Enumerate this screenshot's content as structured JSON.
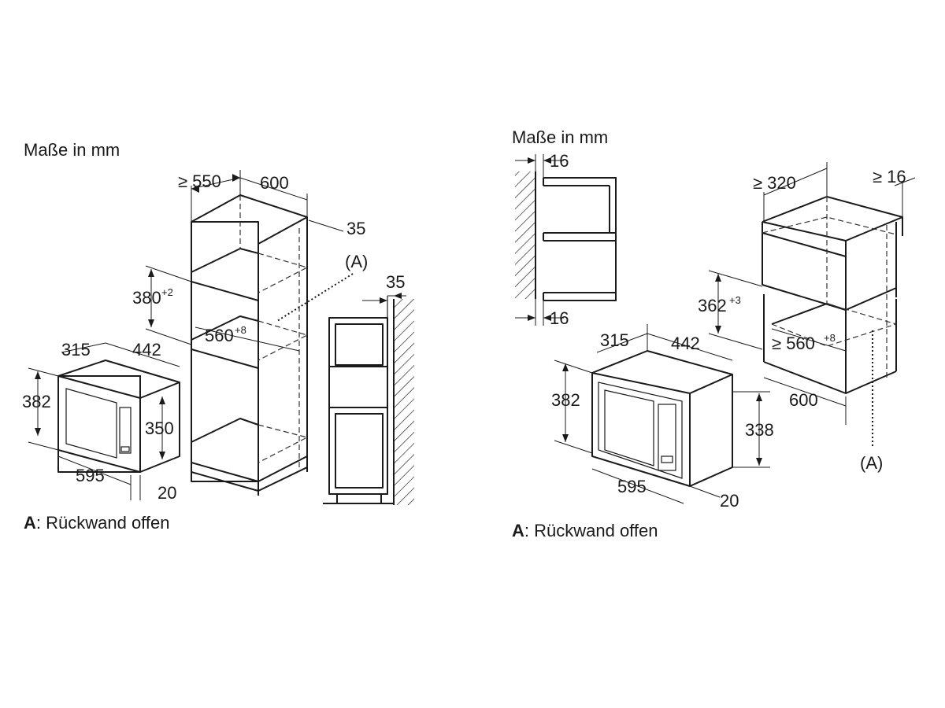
{
  "left": {
    "units_label": "Maße in mm",
    "dim_min_depth": "≥ 550",
    "dim_width": "600",
    "dim_gap_top": "35",
    "annotation": "(A)",
    "dim_wall_gap": "35",
    "dim_niche_height": "380",
    "dim_niche_height_tol": "+2",
    "dim_niche_width": "560",
    "dim_niche_width_tol": "+8",
    "dim_depth": "315",
    "dim_frame_depth": "442",
    "dim_height": "382",
    "dim_inner_height": "350",
    "dim_front_width": "595",
    "dim_front_thickness": "20",
    "legend_key": "A",
    "legend_text": ": Rückwand offen"
  },
  "right": {
    "units_label": "Maße in mm",
    "dim_wall_top": "16",
    "dim_wall_bottom": "16",
    "dim_min_depth": "≥ 320",
    "dim_min_gap": "≥ 16",
    "dim_niche_height": "362",
    "dim_niche_height_tol": "+3",
    "dim_niche_width": "560",
    "dim_niche_width_prefix": "≥ ",
    "dim_niche_width_tol": "+8",
    "dim_width": "600",
    "dim_depth": "315",
    "dim_frame_depth": "442",
    "dim_height": "382",
    "dim_inner_height": "338",
    "dim_front_width": "595",
    "dim_front_thickness": "20",
    "annotation": "(A)",
    "legend_key": "A",
    "legend_text": ": Rückwand offen"
  }
}
